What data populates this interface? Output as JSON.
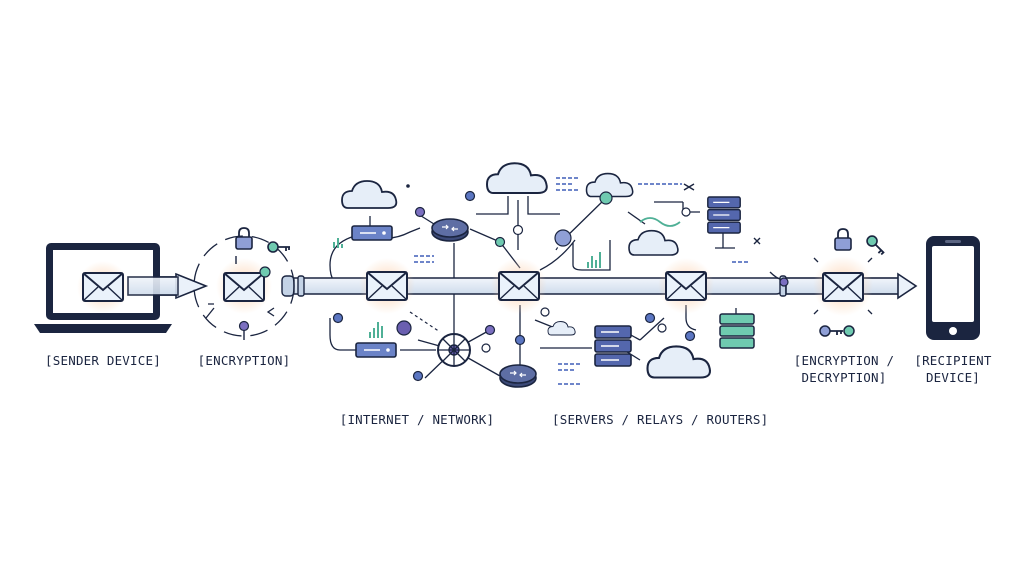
{
  "labels": {
    "sender": "[SENDER DEVICE]",
    "encryption": "[ENCRYPTION]",
    "network": "[INTERNET / NETWORK]",
    "servers": "[SERVERS / RELAYS / ROUTERS]",
    "decryption_line1": "[ENCRYPTION /",
    "decryption_line2": "DECRYPTION]",
    "recipient_line1": "[RECIPIENT",
    "recipient_line2": "DEVICE]"
  },
  "colors": {
    "ink": "#1b2540",
    "accent_blue": "#5b76c2",
    "accent_teal": "#4fb096",
    "accent_purple": "#6a5fb0",
    "pipe_fill": "#dfe8f3",
    "glow": "#f8c9a6"
  },
  "icons": [
    "laptop-icon",
    "envelope-icon",
    "padlock-icon",
    "key-icon",
    "check-icon",
    "cloud-icon",
    "router-icon",
    "server-rack-icon",
    "switch-icon",
    "network-hub-icon",
    "smartphone-icon"
  ]
}
